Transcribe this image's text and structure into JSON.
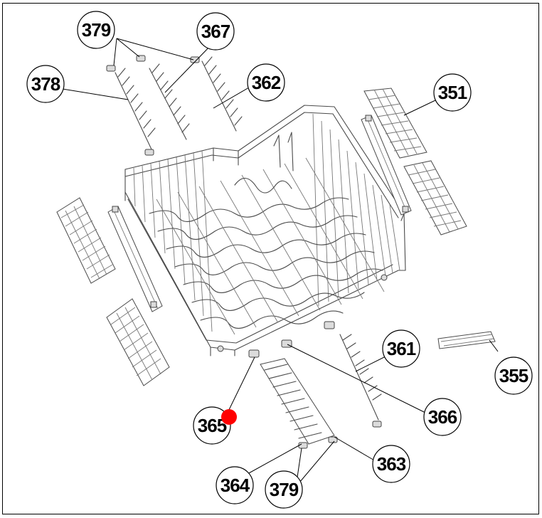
{
  "diagram": {
    "marker_color": "#ff0000",
    "callouts": {
      "379_top": "379",
      "367": "367",
      "378": "378",
      "362": "362",
      "351": "351",
      "361": "361",
      "355": "355",
      "365": "365",
      "366": "366",
      "364": "364",
      "379_bottom": "379",
      "363": "363"
    }
  }
}
